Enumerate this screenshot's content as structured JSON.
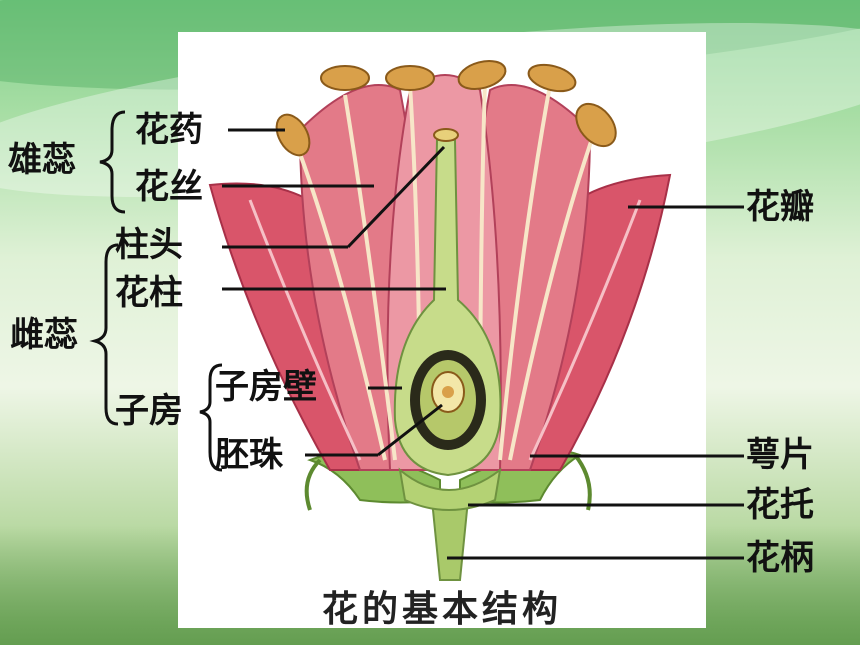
{
  "labels": {
    "stamen": "雄蕊",
    "anther": "花药",
    "filament": "花丝",
    "pistil": "雌蕊",
    "stigma": "柱头",
    "style": "花柱",
    "ovary": "子房",
    "ovary_wall": "子房壁",
    "ovule": "胚珠",
    "petal": "花瓣",
    "sepal": "萼片",
    "receptacle": "花托",
    "pedicel": "花柄"
  },
  "caption": "花的基本结构",
  "colors": {
    "petal": "#d9556a",
    "petal_light": "#f2a3ad",
    "green": "#8fbf5a",
    "anther": "#d9a04a"
  }
}
